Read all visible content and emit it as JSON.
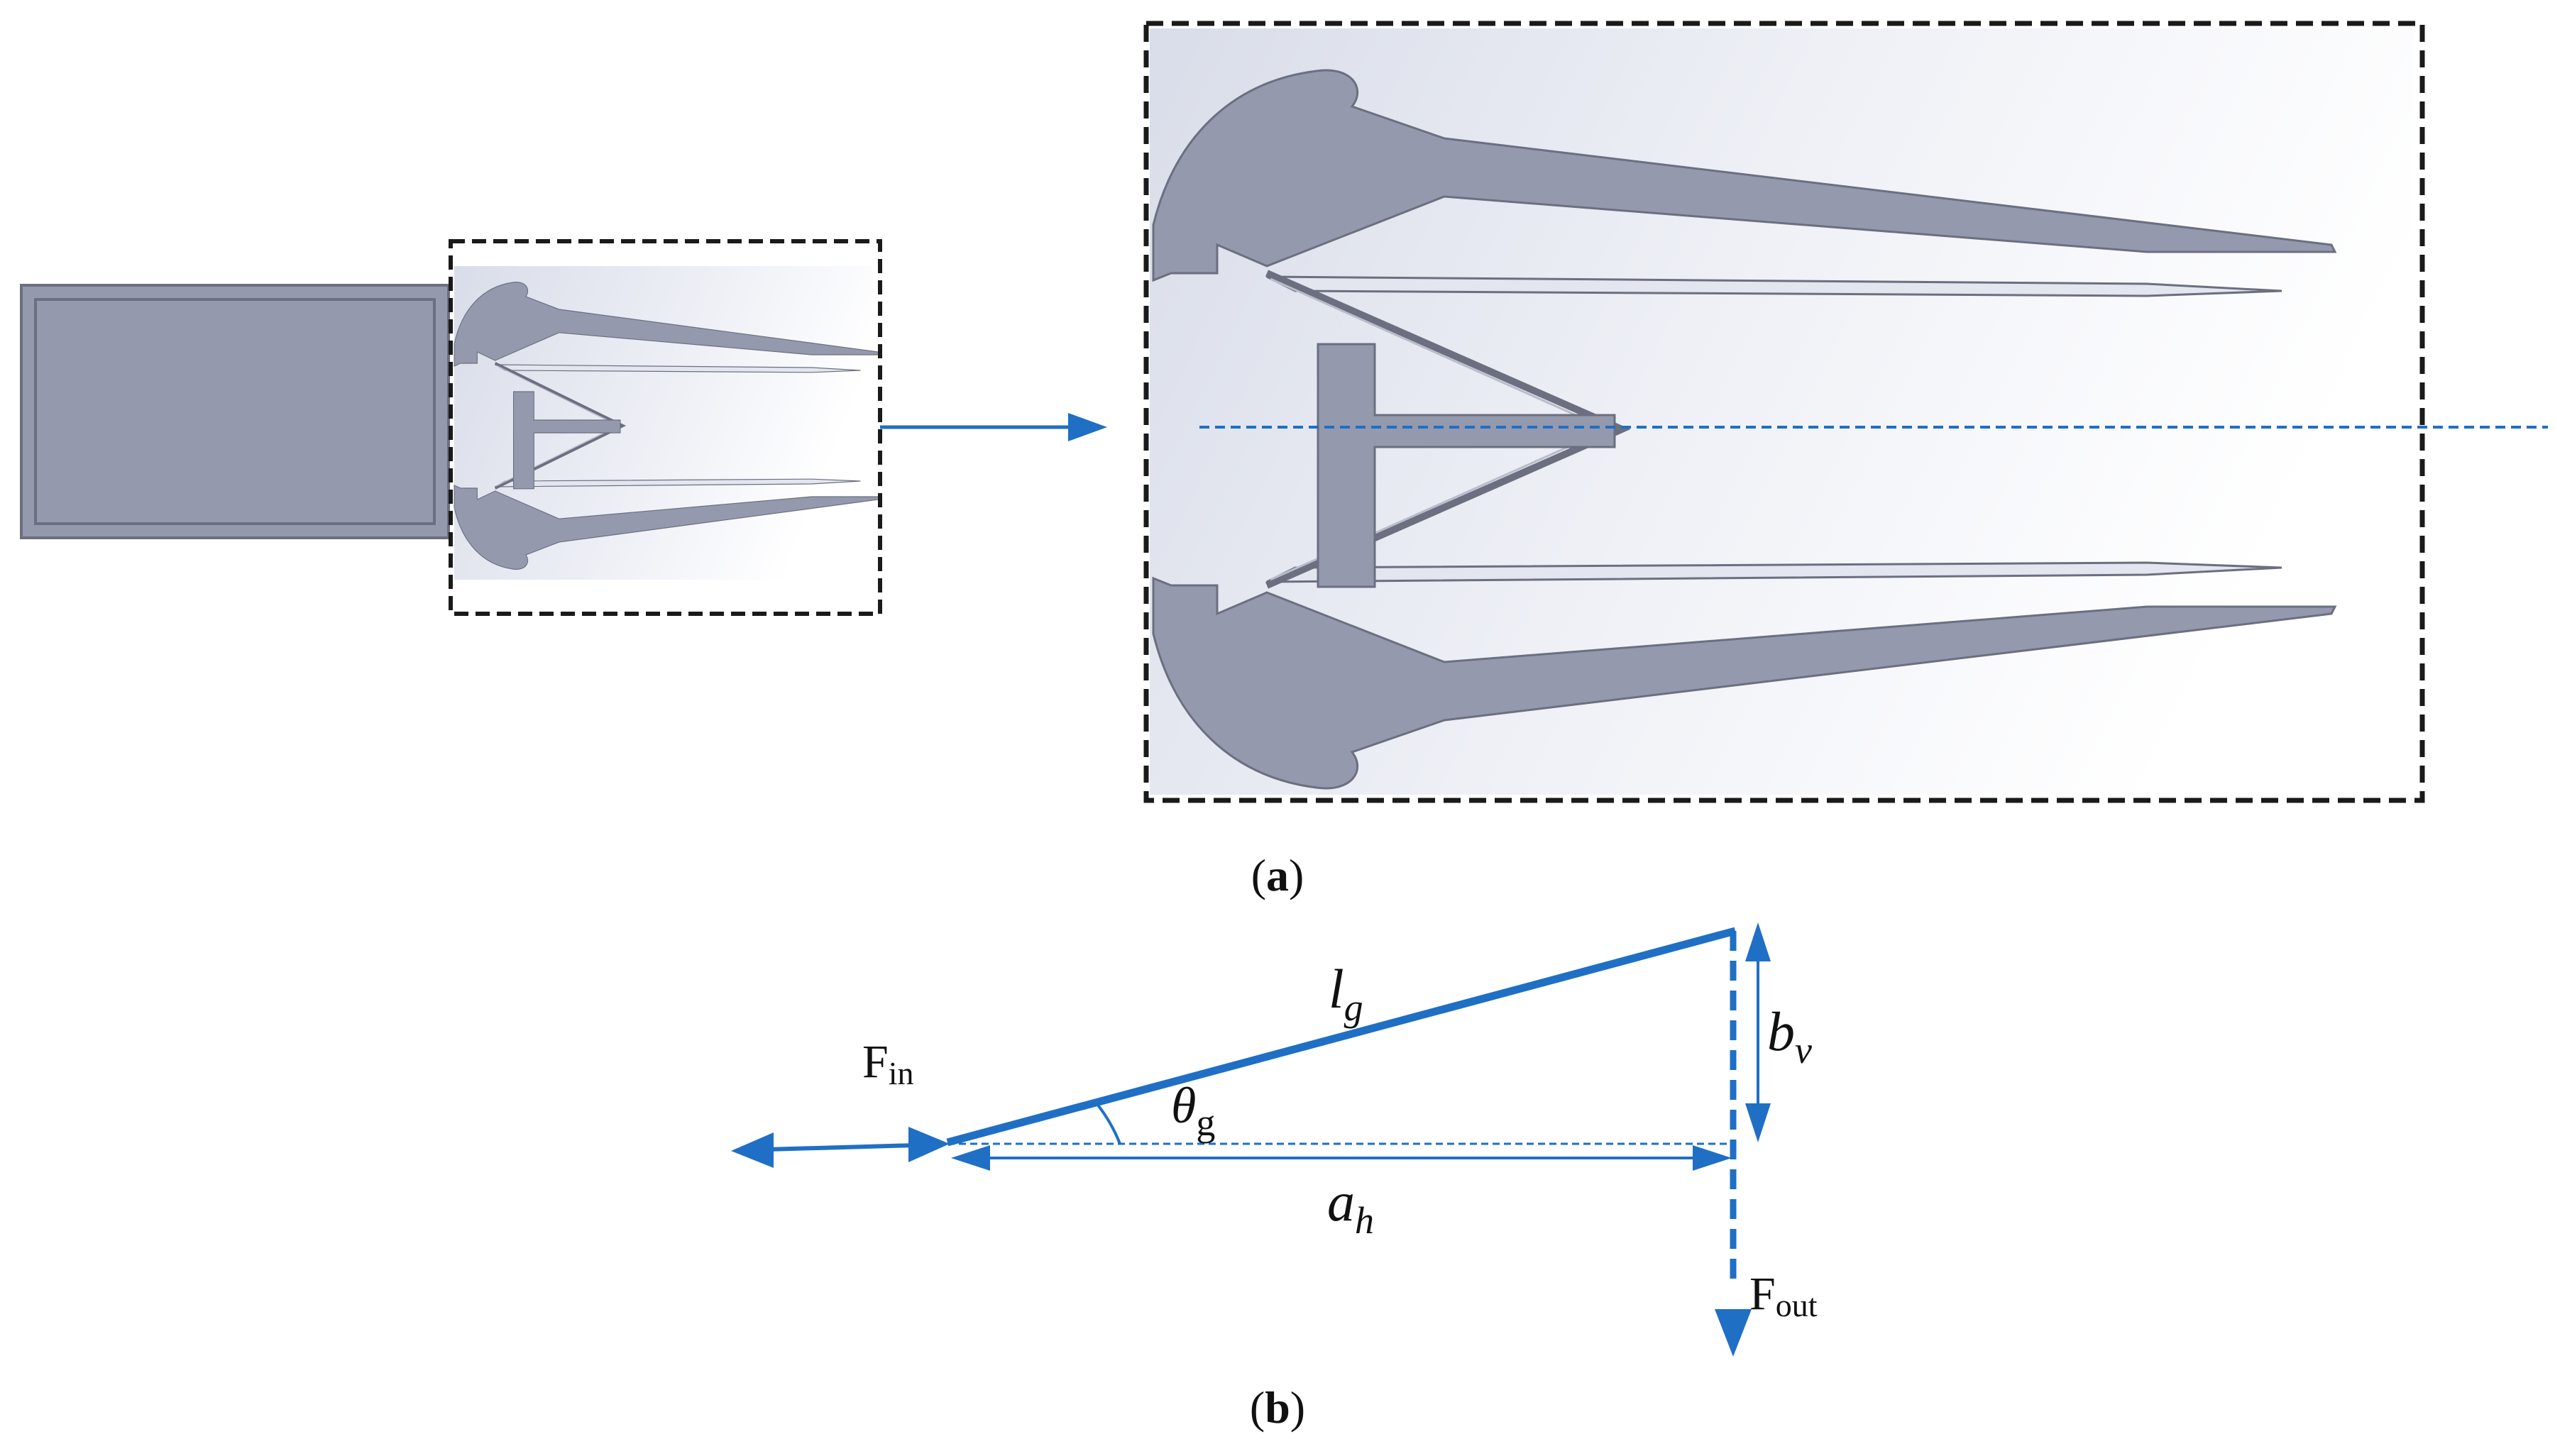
{
  "figure": {
    "panel_a_label": {
      "open": "(",
      "letter": "a",
      "close": ")"
    },
    "panel_b_label": {
      "open": "(",
      "letter": "b",
      "close": ")"
    }
  },
  "triangle_diagram": {
    "hypotenuse_label": {
      "main": "l",
      "sub": "g"
    },
    "vertical_label": {
      "main": "b",
      "sub": "v"
    },
    "horizontal_label": {
      "main": "a",
      "sub": "h"
    },
    "angle_label": {
      "main": "θ",
      "sub": "g"
    },
    "input_force_label": {
      "main": "F",
      "sub": "in"
    },
    "output_force_label": {
      "main": "F",
      "sub": "out"
    }
  },
  "colors": {
    "accent_blue": "#1f6fc5",
    "part_gray": "#9599ad",
    "part_edge": "#6b6f80",
    "frame_dash": "#1a1a1a",
    "background_tint": "#dfe3ee"
  },
  "icons": {
    "arrow": "arrow-right-icon",
    "force_in": "double-arrow-horizontal-icon",
    "force_out": "arrow-down-icon"
  }
}
